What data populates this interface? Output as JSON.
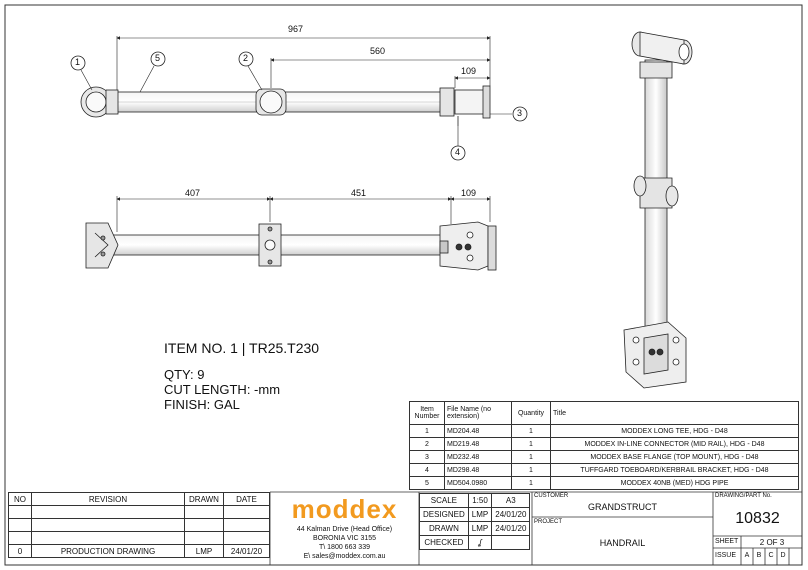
{
  "dimensions": {
    "d967": "967",
    "d560": "560",
    "d109a": "109",
    "d407": "407",
    "d451": "451",
    "d109b": "109"
  },
  "balloons": [
    "1",
    "5",
    "2",
    "3",
    "4"
  ],
  "item": {
    "title": "ITEM NO. 1 | TR25.T230",
    "qty": "QTY: 9",
    "cut_length": "CUT LENGTH: -mm",
    "finish": "FINISH: GAL"
  },
  "bom": {
    "headers": {
      "number": "Item Number",
      "file": "File Name (no extension)",
      "qty": "Quantity",
      "title": "Title"
    },
    "rows": [
      {
        "n": "1",
        "file": "MD204.48",
        "qty": "1",
        "title": "MODDEX LONG TEE, HDG - D48"
      },
      {
        "n": "2",
        "file": "MD219.48",
        "qty": "1",
        "title": "MODDEX IN-LINE CONNECTOR (MID RAIL), HDG - D48"
      },
      {
        "n": "3",
        "file": "MD232.48",
        "qty": "1",
        "title": "MODDEX BASE FLANGE (TOP MOUNT), HDG - D48"
      },
      {
        "n": "4",
        "file": "MD298.48",
        "qty": "1",
        "title": "TUFFGARD TOEBOARD/KERBRAIL BRACKET, HDG - D48"
      },
      {
        "n": "5",
        "file": "MD504.0980",
        "qty": "1",
        "title": "MODDEX 40NB (MED) HDG PIPE"
      }
    ]
  },
  "revision": {
    "headers": {
      "no": "NO",
      "revision": "REVISION",
      "drawn": "DRAWN",
      "date": "DATE"
    },
    "row": {
      "no": "0",
      "revision": "PRODUCTION DRAWING",
      "drawn": "LMP",
      "date": "24/01/20"
    }
  },
  "company": {
    "logo": "moddex",
    "address1": "44 Kalman Drive (Head Office)",
    "address2": "BORONIA VIC 3155",
    "phone": "T\\ 1800 663 339",
    "email": "E\\ sales@moddex.com.au",
    "logo_color": "#f29a1f"
  },
  "titleblock": {
    "scale_label": "SCALE",
    "scale": "1:50",
    "size": "A3",
    "designed_label": "DESIGNED",
    "designed_by": "LMP",
    "designed_date": "24/01/20",
    "drawn_label": "DRAWN",
    "drawn_by": "LMP",
    "drawn_date": "24/01/20",
    "checked_label": "CHECKED",
    "checked_sig": "ʆ",
    "customer_label": "CUSTOMER",
    "customer": "GRANDSTRUCT",
    "project_label": "PROJECT",
    "project": "HANDRAIL",
    "part_label": "DRAWING/PART No.",
    "part": "10832",
    "sheet_label": "SHEET",
    "sheet": "2 OF 3",
    "issue_label": "ISSUE",
    "issues": [
      "A",
      "B",
      "C",
      "D"
    ]
  }
}
